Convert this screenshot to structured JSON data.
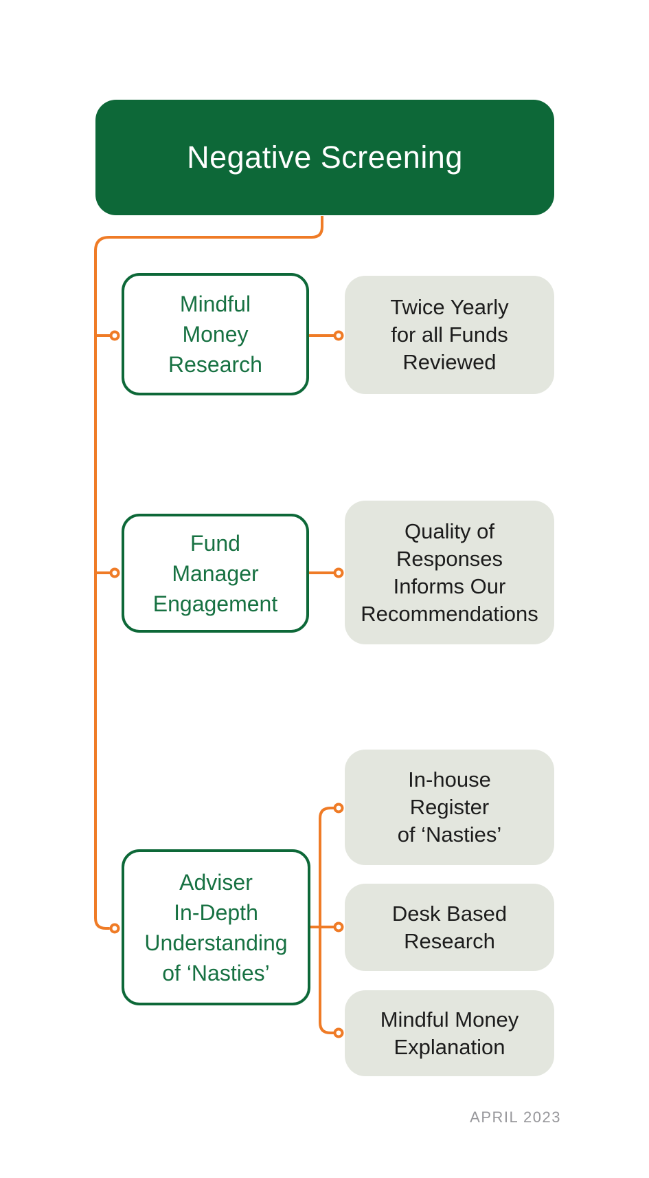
{
  "colors": {
    "green_dark": "#0D6838",
    "green_text": "#177142",
    "orange": "#EF7B26",
    "gray_fill": "#E3E6DE",
    "text_dark": "#1C1C1C",
    "footer_gray": "#97979B"
  },
  "diagram": {
    "root": {
      "label": "Negative Screening"
    },
    "branches": [
      {
        "label": "Mindful\nMoney\nResearch",
        "outcomes": [
          "Twice Yearly\nfor all Funds\nReviewed"
        ]
      },
      {
        "label": "Fund\nManager\nEngagement",
        "outcomes": [
          "Quality of\nResponses\nInforms Our\nRecommendations"
        ]
      },
      {
        "label": "Adviser\nIn-Depth\nUnderstanding\nof ‘Nasties’",
        "outcomes": [
          "In-house\nRegister\nof ‘Nasties’",
          "Desk Based\nResearch",
          "Mindful Money\nExplanation"
        ]
      }
    ]
  },
  "footer": {
    "date": "APRIL 2023"
  }
}
